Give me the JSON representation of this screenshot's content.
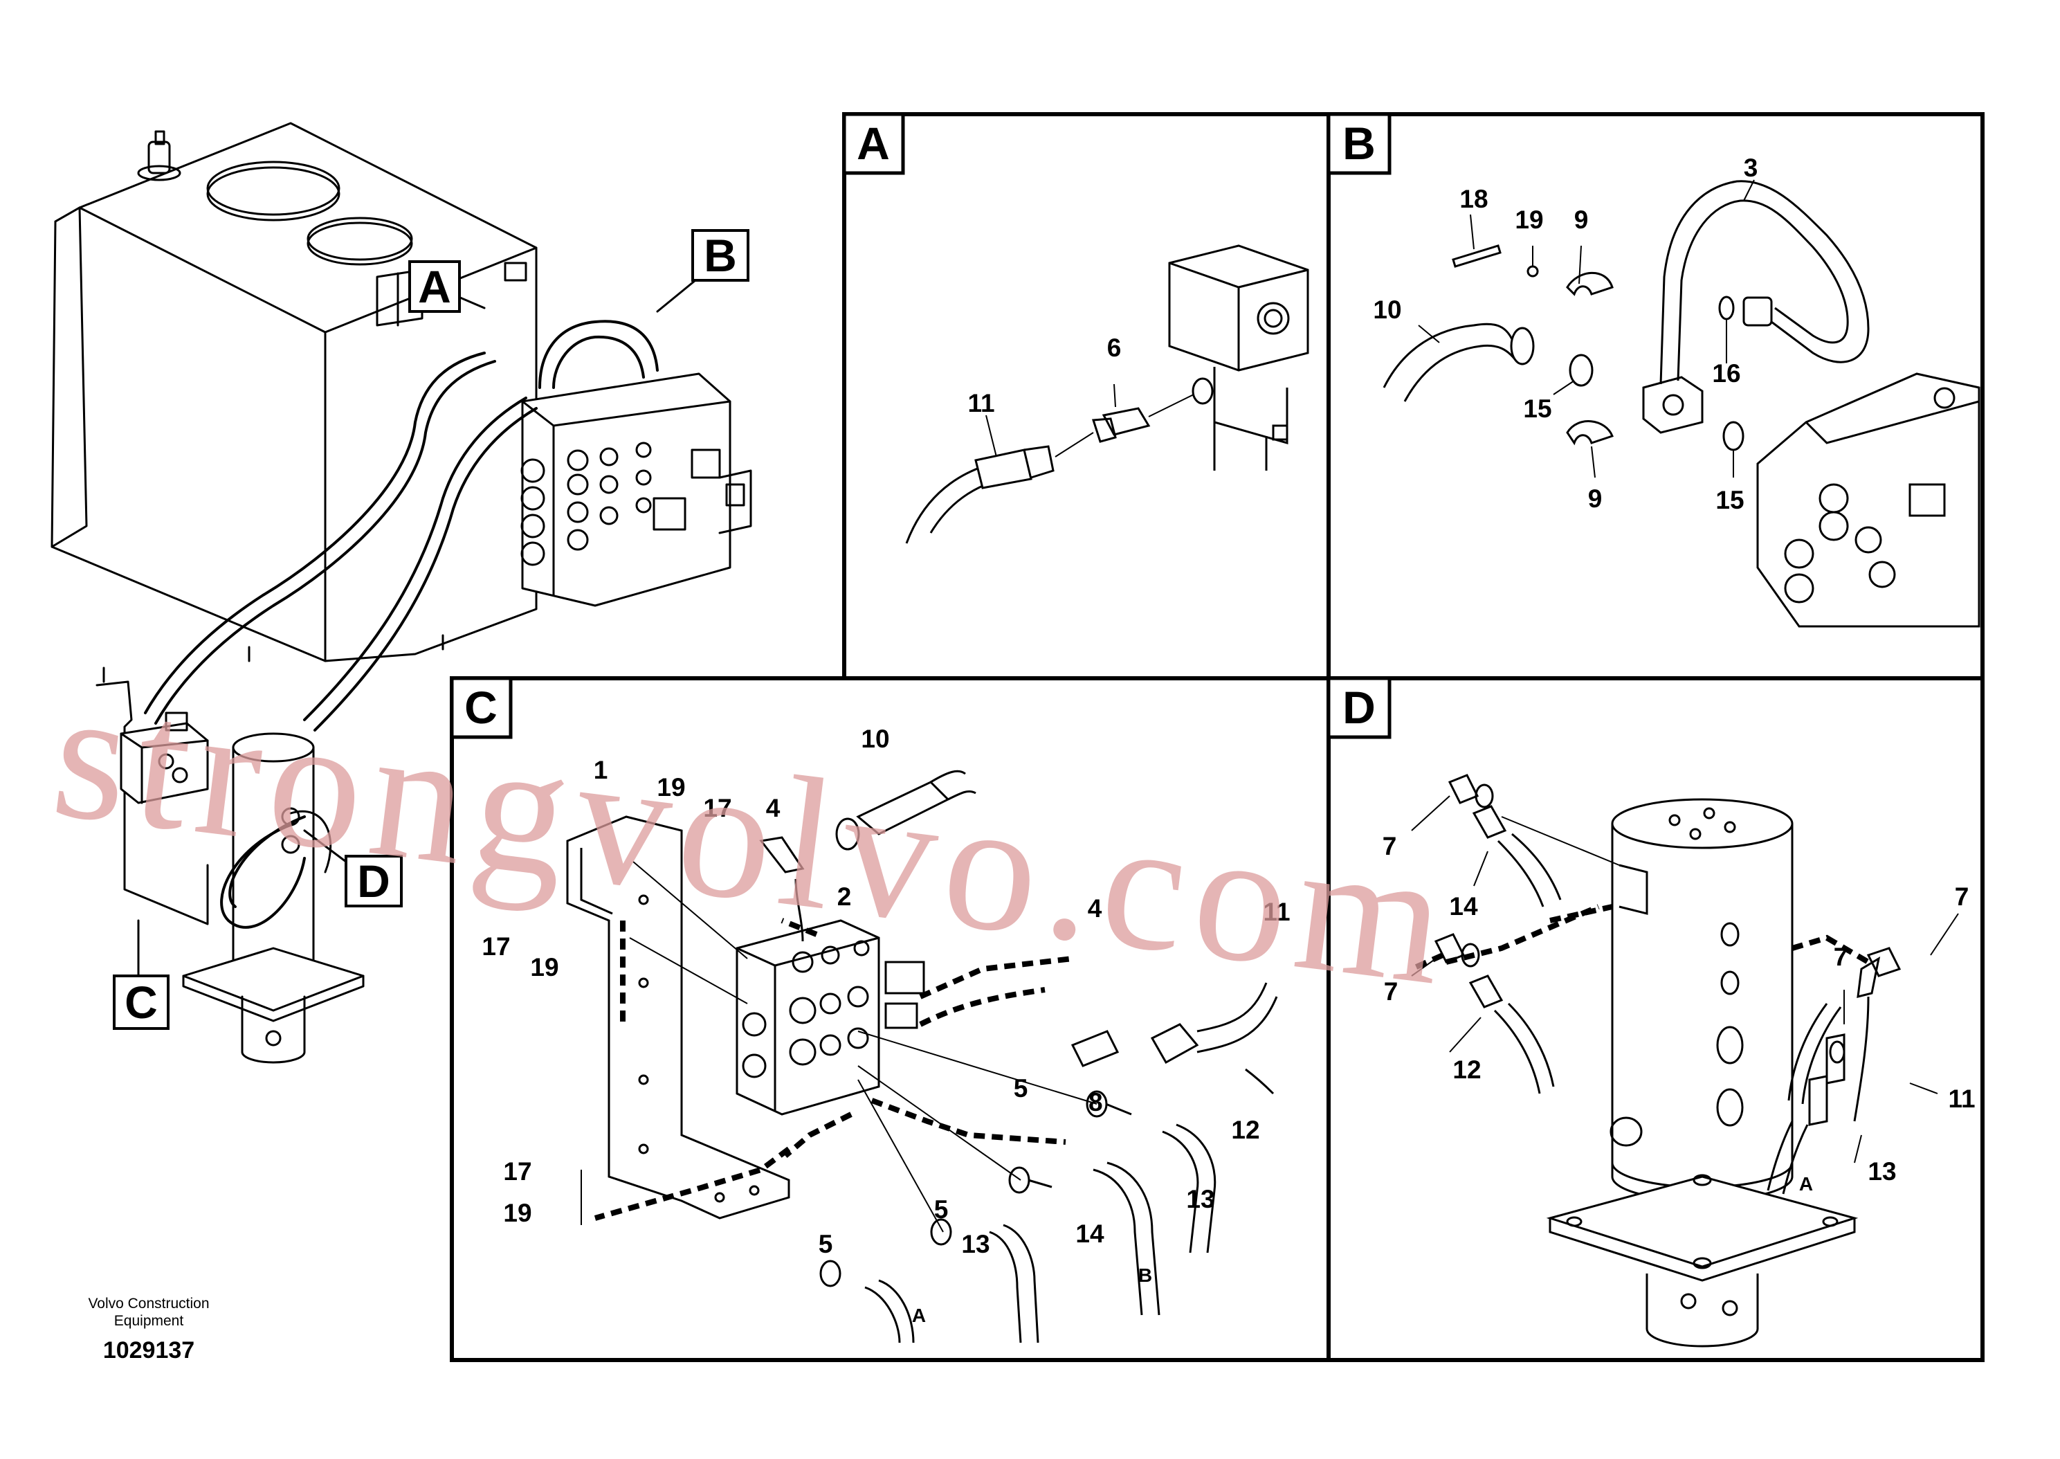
{
  "main_callouts": {
    "A": "A",
    "B": "B",
    "C": "C",
    "D": "D"
  },
  "panel_a": {
    "title": "A",
    "labels": {
      "p6": "6",
      "p11": "11"
    }
  },
  "panel_b": {
    "title": "B",
    "labels": {
      "p18": "18",
      "p19": "19",
      "p9a": "9",
      "p3": "3",
      "p10": "10",
      "p16": "16",
      "p15a": "15",
      "p9b": "9",
      "p15b": "15"
    }
  },
  "panel_c": {
    "title": "C",
    "labels": {
      "p1": "1",
      "p19a": "19",
      "p17a": "17",
      "p4a": "4",
      "p10": "10",
      "p2": "2",
      "p17b": "17",
      "p19b": "19",
      "p4b": "4",
      "p5a": "5",
      "p8": "8",
      "p12": "12",
      "p17c": "17",
      "p19c": "19",
      "p5b": "5",
      "p5c": "5",
      "p13a": "13",
      "p14": "14",
      "p13b": "13",
      "p11": "11",
      "ltrA": "A",
      "ltrB": "B"
    }
  },
  "panel_d": {
    "title": "D",
    "labels": {
      "p7a": "7",
      "p14": "14",
      "p7b": "7",
      "p12": "12",
      "p7c": "7",
      "p7d": "7",
      "p13": "13",
      "p11": "11",
      "ltrA": "A"
    }
  },
  "watermark": "strongvolvo.com",
  "footer": {
    "line1": "Volvo Construction",
    "line2": "Equipment",
    "id": "1029137"
  },
  "colors": {
    "ink": "#000000",
    "watermark": "#dc9c9c",
    "background": "#ffffff"
  }
}
